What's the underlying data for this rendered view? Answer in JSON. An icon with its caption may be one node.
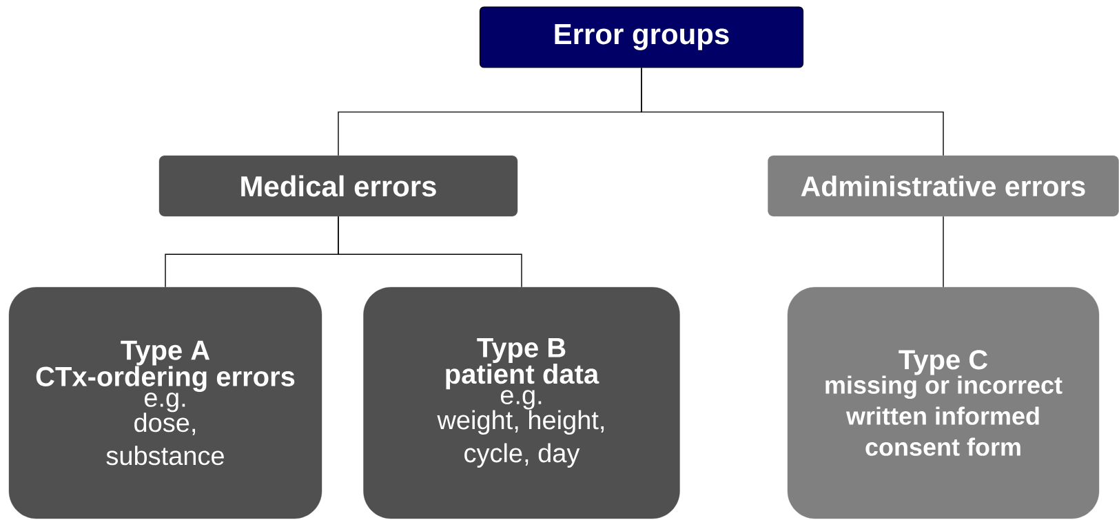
{
  "diagram": {
    "nodes": [
      {
        "text": [
          "Error groups"
        ]
      },
      {
        "text": [
          "Medical errors"
        ]
      },
      {
        "text": [
          "Administrative errors"
        ]
      },
      {
        "text": [
          "Type A",
          "CTx-ordering errors",
          "e.g.",
          "dose, substance"
        ]
      },
      {
        "text": [
          "Type B",
          "patient data",
          "e.g.",
          "weight, height, cycle, day"
        ]
      },
      {
        "text": [
          "Type C",
          "missing or incorrect written informed consent form"
        ]
      }
    ],
    "edges": [
      {
        "from": 0,
        "to": 1,
        "arrow": "none"
      },
      {
        "from": 0,
        "to": 2,
        "arrow": "none"
      },
      {
        "from": 1,
        "to": 3,
        "arrow": "none"
      },
      {
        "from": 1,
        "to": 4,
        "arrow": "none"
      },
      {
        "from": 2,
        "to": 5,
        "arrow": "none"
      }
    ]
  }
}
